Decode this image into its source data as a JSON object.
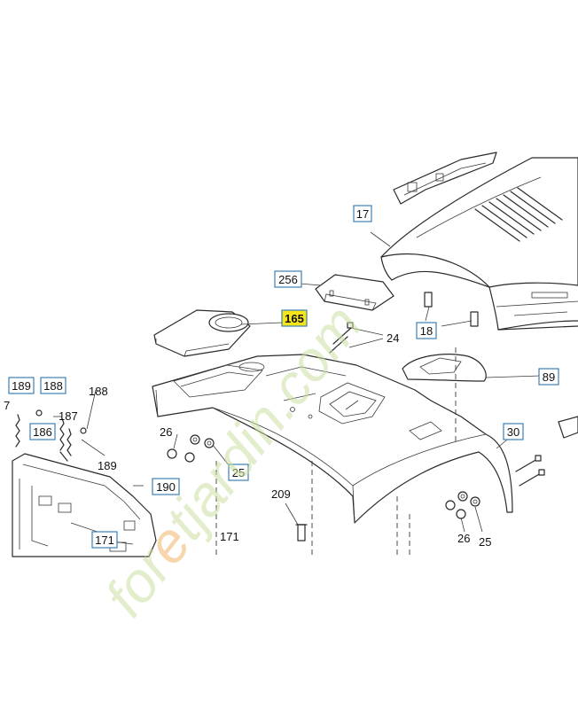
{
  "colors": {
    "line": "#2a2a2a",
    "label_box_border": "#3b7fb6",
    "highlight": "#f7e51b",
    "watermark_green": "#c9dfa2",
    "watermark_orange": "#f2b36b"
  },
  "callouts": {
    "c17": "17",
    "c256": "256",
    "c165": "165",
    "c24": "24",
    "c18": "18",
    "c89": "89",
    "c189a": "189",
    "c188a": "188",
    "c188b": "188",
    "c7": "7",
    "c187": "187",
    "c186": "186",
    "c189b": "189",
    "c26a": "26",
    "c25a": "25",
    "c30": "30",
    "c190": "190",
    "c209": "209",
    "c171a": "171",
    "c171b": "171",
    "c26b": "26",
    "c25b": "25"
  },
  "watermark": {
    "part1": "for",
    "part2": "e",
    "part3": "t",
    "part4": "jardin.com"
  }
}
